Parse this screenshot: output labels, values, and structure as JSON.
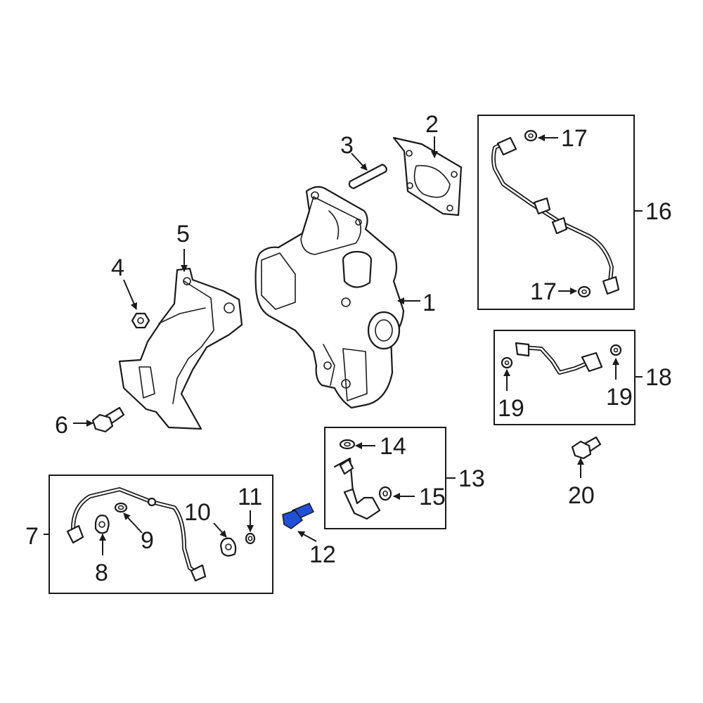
{
  "highlight_color": "#2050d8",
  "line_color": "#1a1a1a",
  "background": "#ffffff",
  "callouts": {
    "c1": "1",
    "c2": "2",
    "c3": "3",
    "c4": "4",
    "c5": "5",
    "c6": "6",
    "c7": "7",
    "c8": "8",
    "c9": "9",
    "c10": "10",
    "c11": "11",
    "c12": "12",
    "c13": "13",
    "c14": "14",
    "c15": "15",
    "c16": "16",
    "c17a": "17",
    "c17b": "17",
    "c18": "18",
    "c19a": "19",
    "c19b": "19",
    "c20": "20"
  },
  "highlighted_part": "12"
}
